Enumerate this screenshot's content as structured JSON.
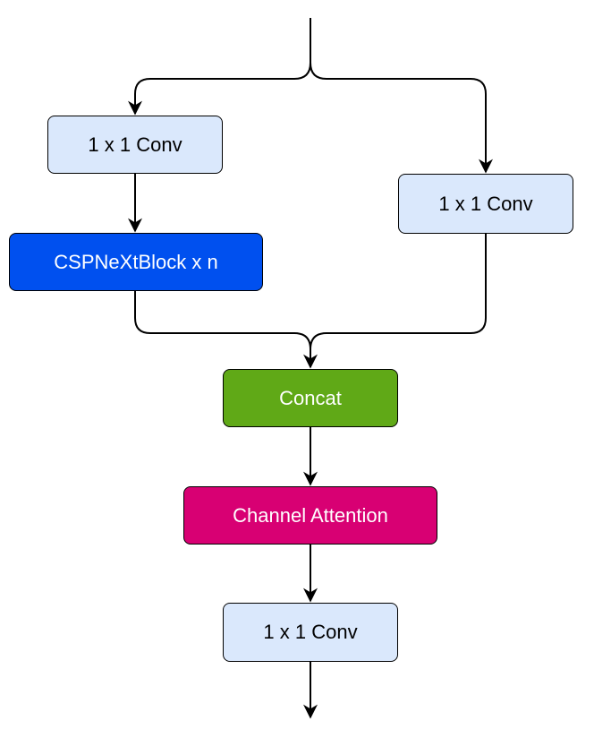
{
  "nodes": {
    "conv_left": "1 x 1 Conv",
    "conv_right": "1 x 1 Conv",
    "cspnext_block": "CSPNeXtBlock x n",
    "concat": "Concat",
    "channel_attention": "Channel Attention",
    "conv_out": "1 x 1 Conv"
  },
  "colors": {
    "conv_fill": "#dae8fc",
    "cspnext_fill": "#0050ef",
    "concat_fill": "#60a917",
    "attention_fill": "#d80073",
    "stroke": "#000000"
  }
}
